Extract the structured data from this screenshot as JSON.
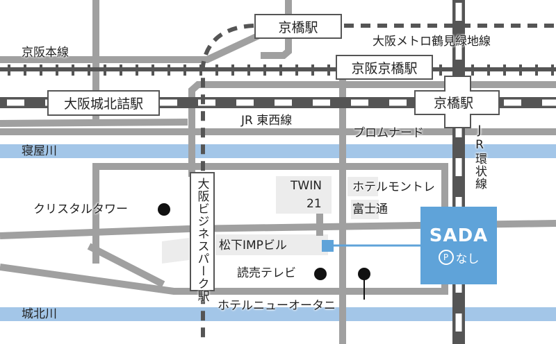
{
  "stations": {
    "kyobashi_subway": "京橋駅",
    "keihan_kyobashi": "京阪京橋駅",
    "osakajo_kitazume": "大阪城北詰駅",
    "kyobashi_jr": "京橋駅",
    "obp": "大阪ビジネスパーク駅"
  },
  "lines": {
    "keihan": "京阪本線",
    "subway": "大阪メトロ鶴見緑地線",
    "jr_tozai": "JR 東西線",
    "jr_loop": "JR環状線"
  },
  "rivers": {
    "neya": "寝屋川",
    "shirokita": "城北川"
  },
  "streets": {
    "promenade": "プロムナード"
  },
  "landmarks": {
    "crystal_tower": "クリスタルタワー",
    "twin21_line1": "TWIN",
    "twin21_line2": "21",
    "hotel_monterey": "ホテルモントレ",
    "fujitsu": "富士通",
    "matsushita_imp": "松下IMPビル",
    "yomiuri_tv": "読売テレビ",
    "hotel_new_otani": "ホテルニューオータニ"
  },
  "destination": {
    "name": "SADA",
    "parking_symbol": "P",
    "parking_text": "なし"
  },
  "colors": {
    "road": "#a0a0a0",
    "rail": "#555555",
    "river": "#a3c6e8",
    "destination": "#5fa3d9",
    "building": "#ececec"
  }
}
